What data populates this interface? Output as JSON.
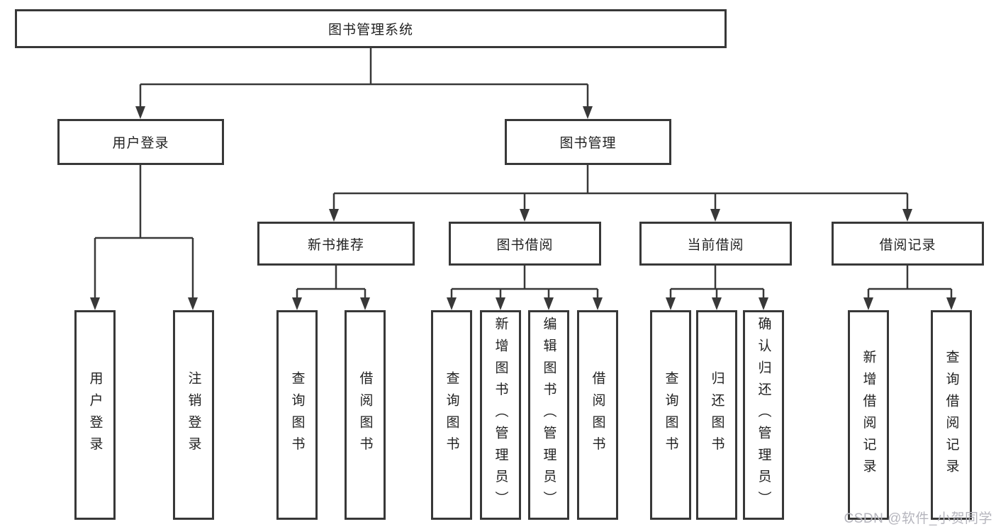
{
  "watermark": "CSDN @软件_小贺同学",
  "colors": {
    "line": "#383838",
    "box_border": "#383838",
    "text": "#222222",
    "watermark": "#b5b5bd",
    "background": "#ffffff"
  },
  "tree": {
    "label": "图书管理系统",
    "children": [
      {
        "label": "用户登录",
        "children": [
          {
            "label": "用户登录"
          },
          {
            "label": "注销登录"
          }
        ]
      },
      {
        "label": "图书管理",
        "children": [
          {
            "label": "新书推荐",
            "children": [
              {
                "label": "查询图书"
              },
              {
                "label": "借阅图书"
              }
            ]
          },
          {
            "label": "图书借阅",
            "children": [
              {
                "label": "查询图书"
              },
              {
                "label": "新增图书（管理员）"
              },
              {
                "label": "编辑图书（管理员）"
              },
              {
                "label": "借阅图书"
              }
            ]
          },
          {
            "label": "当前借阅",
            "children": [
              {
                "label": "查询图书"
              },
              {
                "label": "归还图书"
              },
              {
                "label": "确认归还（管理员）"
              }
            ]
          },
          {
            "label": "借阅记录",
            "children": [
              {
                "label": "新增借阅记录"
              },
              {
                "label": "查询借阅记录"
              }
            ]
          }
        ]
      }
    ]
  }
}
